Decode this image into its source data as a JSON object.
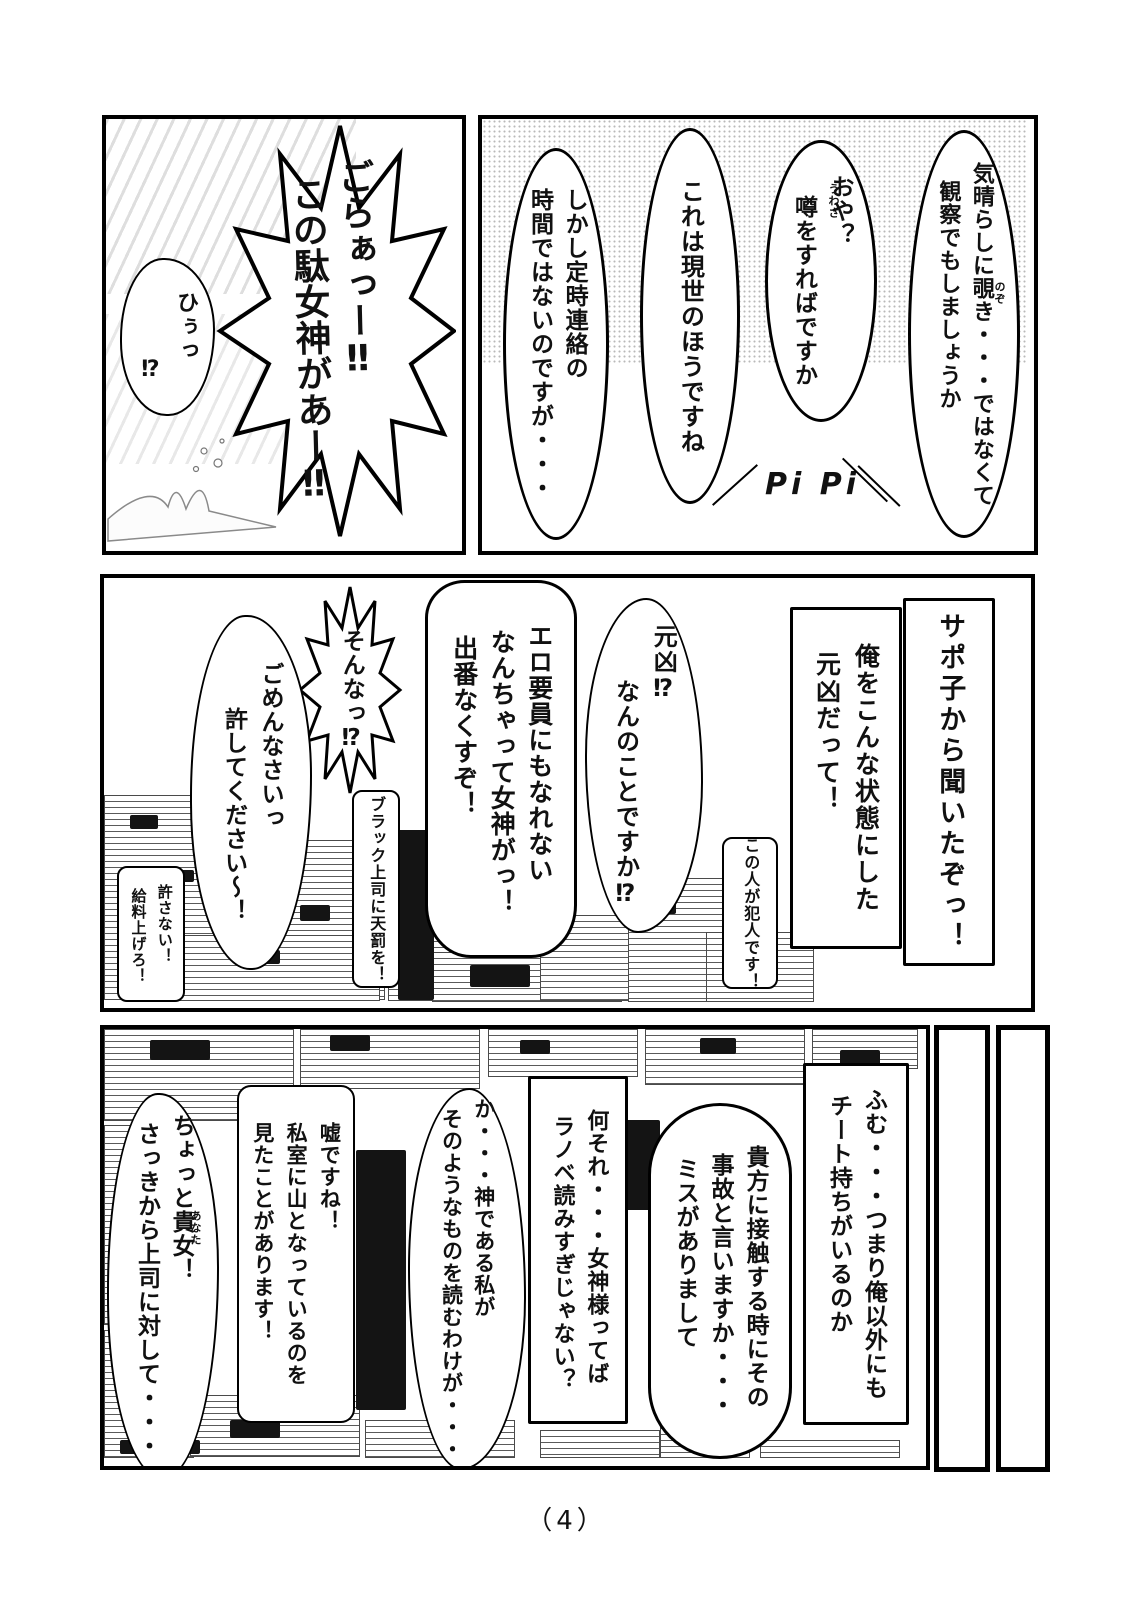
{
  "page": {
    "number": "（4）"
  },
  "panel1": {
    "shout": {
      "line1": "ごらぁっー‼",
      "line2": "この駄女神があー‼"
    },
    "gasp": {
      "line1": "ひぅっ",
      "line2": "⁉"
    }
  },
  "panel2": {
    "bubble_observe": {
      "line1": "気晴らしに覗き・・・ではなくて",
      "line2": "観察でもしましょうか",
      "furigana": "のぞ"
    },
    "bubble_rumor": {
      "line1": "おや？",
      "line2": "噂をすればですか",
      "furigana": "うわさ"
    },
    "bubble_world": {
      "line1": "これは現世のほうですね"
    },
    "bubble_schedule": {
      "line1": "しかし定時連絡の",
      "line2": "時間ではないのですが・・・"
    },
    "sfx": "Pi Pi"
  },
  "panel3": {
    "shout_heard": {
      "line1": "サポ子から聞いたぞっ！"
    },
    "shout_cause": {
      "line1": "俺をこんな状態にした",
      "line2": "元凶だって！"
    },
    "caption_culprit": {
      "line1": "この人が犯人です！"
    },
    "bubble_confused": {
      "line1": "元凶⁉",
      "line2": "なんのことですか⁉"
    },
    "bubble_insult": {
      "line1": "エロ要員にもなれない",
      "line2": "なんちゃって女神がっ！",
      "line3": "出番なくすぞ！"
    },
    "caption_punish": {
      "line1": "ブラック上司に天罰を！"
    },
    "bubble_shock": {
      "line1": "そんなっ⁉"
    },
    "bubble_apology": {
      "line1": "ごめんなさいっ",
      "line2": "許してください〜！"
    },
    "caption_wage": {
      "line1": "許さない！",
      "line2": "給料上げろ！"
    }
  },
  "panel4": {
    "shout_cheat": {
      "line1": "ふむ・・・つまり俺以外にも",
      "line2": "チート持ちがいるのか"
    },
    "bubble_accident": {
      "line1": "貴方に接触する時にその",
      "line2": "事故と言いますか・・・",
      "line3": "ミスがありまして"
    },
    "shout_lightnovel": {
      "line1": "何それ・・・女神様ってば",
      "line2": "ラノベ読みすぎじゃない？"
    },
    "bubble_deny": {
      "line1": "か・・・神である私が",
      "line2": "そのようなものを読むわけが・・・"
    },
    "caption_lie": {
      "line1": "嘘ですね！",
      "line2": "私室に山となっているのを",
      "line3": "見たことがあります！"
    },
    "bubble_scold": {
      "line1": "ちょっと貴女！",
      "line2": "さっきから上司に対して・・・",
      "furigana": "あなた"
    }
  }
}
